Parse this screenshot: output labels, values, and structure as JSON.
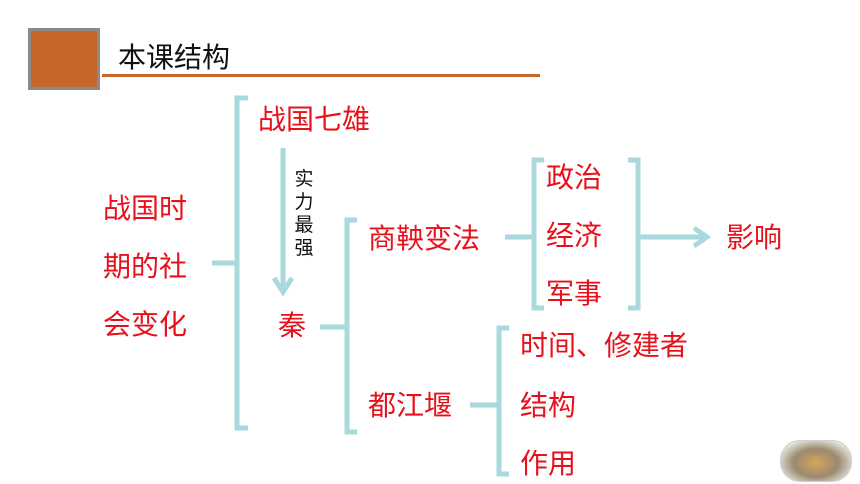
{
  "header": {
    "title": "本课结构"
  },
  "diagram": {
    "root": [
      "战国时",
      "期的社",
      "会变化"
    ],
    "warring_states": "战国七雄",
    "strongest_note": "实力最强",
    "qin": "秦",
    "reform": "商鞅变法",
    "reform_items": [
      "政治",
      "经济",
      "军事"
    ],
    "influence": "影响",
    "dujiangyan": "都江堰",
    "dujiangyan_items": [
      "时间、修建者",
      "结构",
      "作用"
    ]
  },
  "colors": {
    "accent": "#c8672c",
    "text_red": "#e8101a",
    "bracket": "#a9d9dd"
  }
}
